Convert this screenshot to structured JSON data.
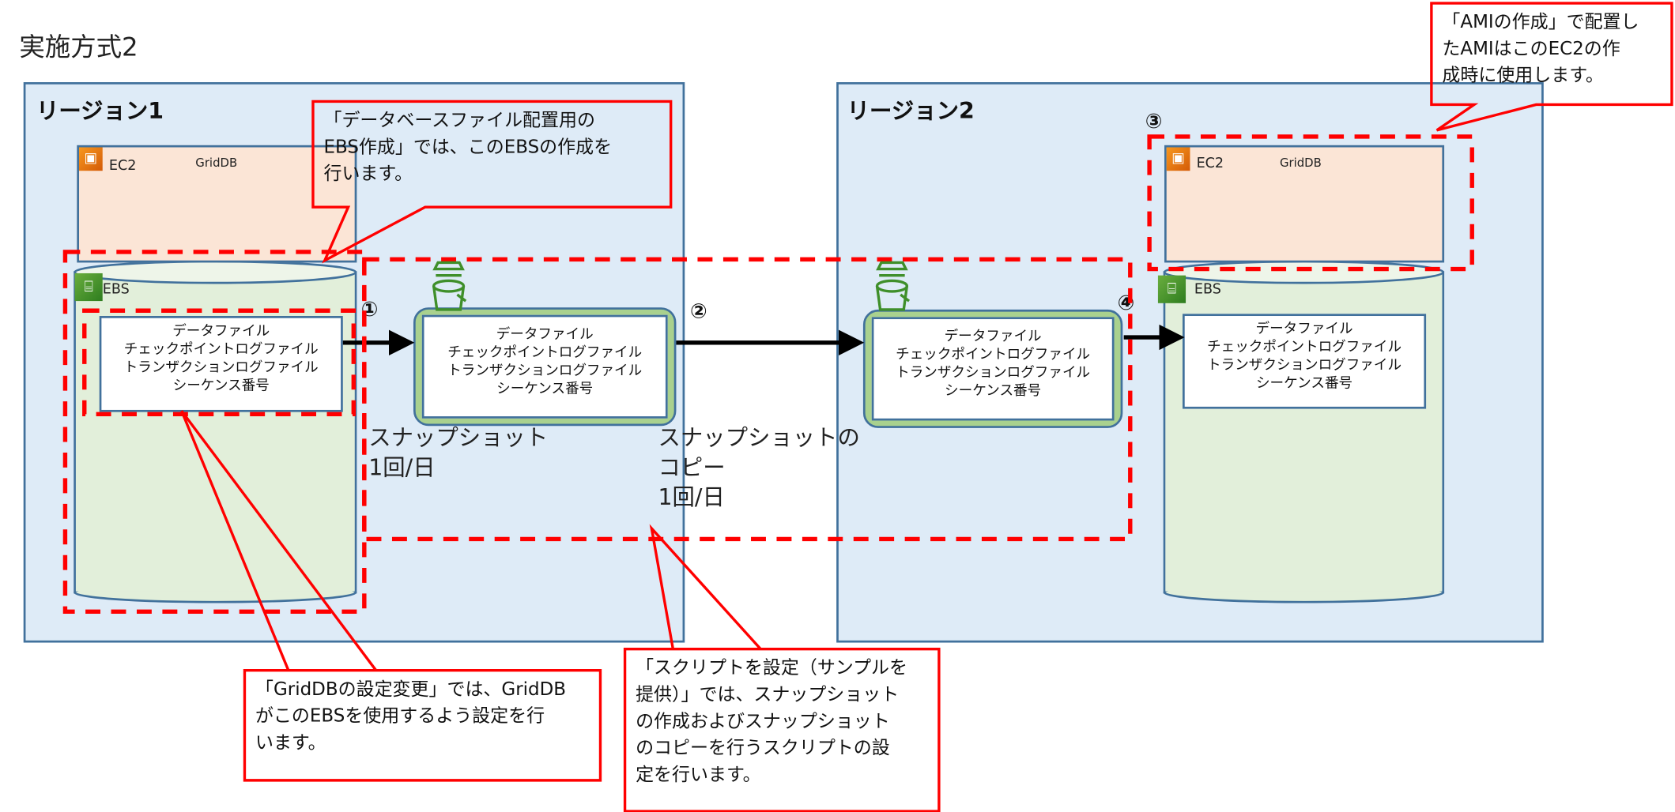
{
  "title": "実施方式2",
  "regions": [
    {
      "label": "リージョン1"
    },
    {
      "label": "リージョン2"
    }
  ],
  "ec2": {
    "label": "EC2",
    "app": "GridDB"
  },
  "ebs": {
    "label": "EBS"
  },
  "files": [
    "データファイル",
    "チェックポイントログファイル",
    "トランザクションログファイル",
    "シーケンス番号"
  ],
  "steps": [
    "①",
    "②",
    "③",
    "④"
  ],
  "snapshot_label": [
    "スナップショット",
    "1回/日"
  ],
  "copy_label": [
    "スナップショットの",
    "コピー",
    "1回/日"
  ],
  "callouts": {
    "ebs_create": [
      "「データベースファイル配置用の",
      "EBS作成」では、このEBSの作成を",
      "行います。"
    ],
    "ami": [
      "「AMIの作成」で配置し",
      "たAMIはこのEC2の作",
      "成時に使用します。"
    ],
    "griddb_config": [
      "「GridDBの設定変更」では、GridDB",
      "がこのEBSを使用するよう設定を行",
      "います。"
    ],
    "script": [
      "「スクリプトを設定（サンプルを",
      "提供）」では、スナップショット",
      "の作成およびスナップショット",
      "のコピーを行うスクリプトの設",
      "定を行います。"
    ]
  },
  "colors": {
    "region": "#deebf7",
    "border": "#41719c",
    "ec2": "#fbe5d6",
    "ebs": "#e2efda",
    "snapshot": "#a9d18e",
    "highlight": "#ff0000"
  }
}
